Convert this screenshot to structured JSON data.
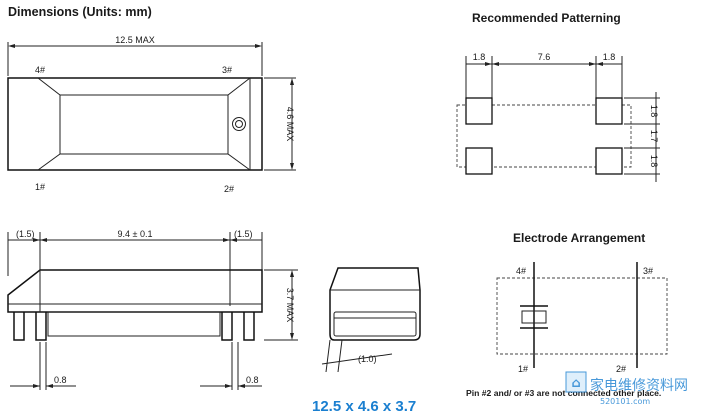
{
  "titles": {
    "dimensions": "Dimensions (Units: mm)",
    "patterning": "Recommended Patterning",
    "electrode": "Electrode Arrangement",
    "package_size": "12.5 x 4.6 x 3.7"
  },
  "top_view": {
    "length": "12.5 MAX",
    "height": "4.6 MAX",
    "pin_4": "4#",
    "pin_3": "3#",
    "pin_1": "1#",
    "pin_2": "2#"
  },
  "side_view": {
    "left_offset": "(1.5)",
    "center_span": "9.4 ± 0.1",
    "right_offset": "(1.5)",
    "height": "3.7 MAX",
    "left_lead": "0.8",
    "right_lead": "0.8"
  },
  "end_view": {
    "lead": "(1.0)"
  },
  "patterning": {
    "pad_w_left": "1.8",
    "gap": "7.6",
    "pad_w_right": "1.8",
    "v_top": "1.8",
    "v_mid": "1.7",
    "v_bot": "1.8"
  },
  "electrode": {
    "pin_4": "4#",
    "pin_3": "3#",
    "pin_1": "1#",
    "pin_2": "2#",
    "note": "Pin #2 and/ or #3 are not connected other place."
  },
  "watermark": {
    "text": "家电维修资料网",
    "url": "520101.com"
  },
  "colors": {
    "accent_blue": "#1a7fd0",
    "line": "#222222"
  }
}
